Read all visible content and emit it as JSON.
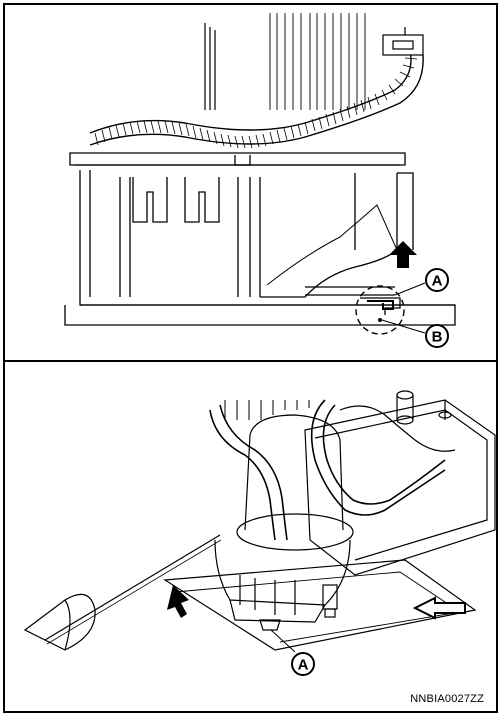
{
  "top_panel": {
    "callouts": [
      {
        "label": "A"
      },
      {
        "label": "B"
      }
    ]
  },
  "bottom_panel": {
    "callouts": [
      {
        "label": "A"
      }
    ]
  },
  "figure_code": "NNBIA0027ZZ"
}
